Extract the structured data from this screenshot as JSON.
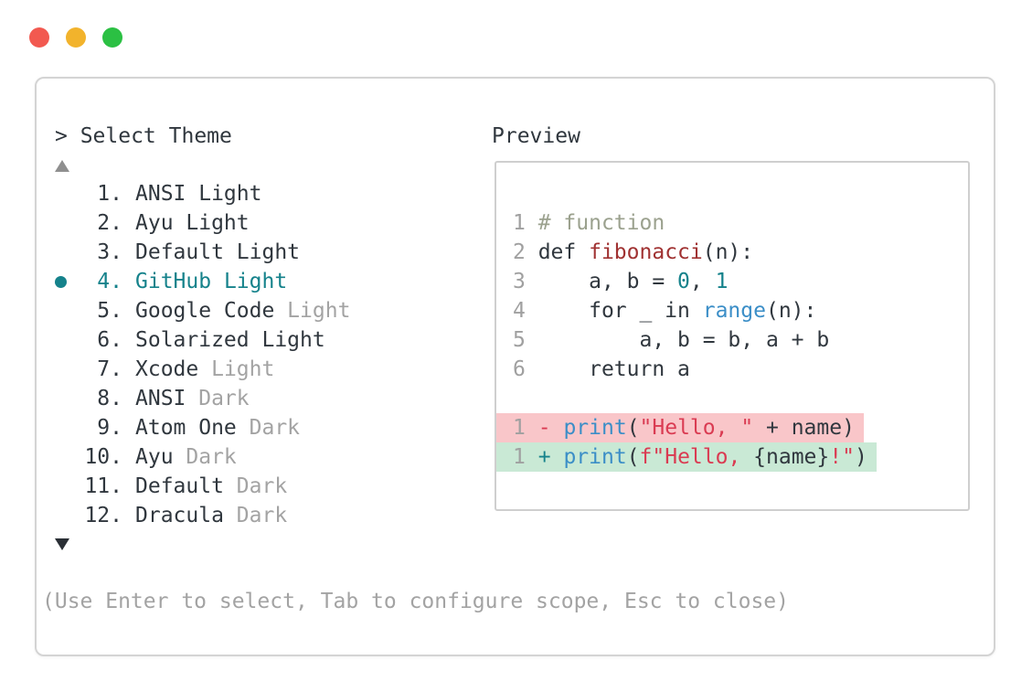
{
  "window": {
    "controls": [
      {
        "name": "close",
        "color": "#f25950"
      },
      {
        "name": "minimize",
        "color": "#f2b32c"
      },
      {
        "name": "zoom",
        "color": "#2bc043"
      }
    ]
  },
  "dialog": {
    "title": "> Select Theme",
    "hint": "(Use Enter to select, Tab to configure scope, Esc to close)"
  },
  "themes": [
    {
      "num": "1.",
      "name": "ANSI",
      "suffix": "Light",
      "muted_suffix": false,
      "selected": false
    },
    {
      "num": "2.",
      "name": "Ayu",
      "suffix": "Light",
      "muted_suffix": false,
      "selected": false
    },
    {
      "num": "3.",
      "name": "Default",
      "suffix": "Light",
      "muted_suffix": false,
      "selected": false
    },
    {
      "num": "4.",
      "name": "GitHub",
      "suffix": "Light",
      "muted_suffix": false,
      "selected": true
    },
    {
      "num": "5.",
      "name": "Google Code",
      "suffix": "Light",
      "muted_suffix": true,
      "selected": false
    },
    {
      "num": "6.",
      "name": "Solarized",
      "suffix": "Light",
      "muted_suffix": false,
      "selected": false
    },
    {
      "num": "7.",
      "name": "Xcode",
      "suffix": "Light",
      "muted_suffix": true,
      "selected": false
    },
    {
      "num": "8.",
      "name": "ANSI",
      "suffix": "Dark",
      "muted_suffix": true,
      "selected": false
    },
    {
      "num": "9.",
      "name": "Atom One",
      "suffix": "Dark",
      "muted_suffix": true,
      "selected": false
    },
    {
      "num": "10.",
      "name": "Ayu",
      "suffix": "Dark",
      "muted_suffix": true,
      "selected": false
    },
    {
      "num": "11.",
      "name": "Default",
      "suffix": "Dark",
      "muted_suffix": true,
      "selected": false
    },
    {
      "num": "12.",
      "name": "Dracula",
      "suffix": "Dark",
      "muted_suffix": true,
      "selected": false
    }
  ],
  "preview": {
    "label": "Preview",
    "code_lines": [
      {
        "bg": null,
        "tokens": [
          [
            "ln",
            "1"
          ],
          [
            "p",
            " "
          ],
          [
            "cm",
            "# function"
          ]
        ]
      },
      {
        "bg": null,
        "tokens": [
          [
            "ln",
            "2"
          ],
          [
            "p",
            " def "
          ],
          [
            "fn",
            "fibonacci"
          ],
          [
            "p",
            "(n):"
          ]
        ]
      },
      {
        "bg": null,
        "tokens": [
          [
            "ln",
            "3"
          ],
          [
            "p",
            "     a, b = "
          ],
          [
            "tl",
            "0"
          ],
          [
            "p",
            ", "
          ],
          [
            "tl",
            "1"
          ]
        ]
      },
      {
        "bg": null,
        "tokens": [
          [
            "ln",
            "4"
          ],
          [
            "p",
            "     for _ in "
          ],
          [
            "bl",
            "range"
          ],
          [
            "p",
            "(n):"
          ]
        ]
      },
      {
        "bg": null,
        "tokens": [
          [
            "ln",
            "5"
          ],
          [
            "p",
            "         a, b = b, a + b"
          ]
        ]
      },
      {
        "bg": null,
        "tokens": [
          [
            "ln",
            "6"
          ],
          [
            "p",
            "     return a"
          ]
        ]
      },
      {
        "bg": null,
        "tokens": []
      },
      {
        "bg": "del",
        "tokens": [
          [
            "ln",
            "1"
          ],
          [
            "p",
            " "
          ],
          [
            "st",
            "-"
          ],
          [
            "p",
            " "
          ],
          [
            "bl",
            "print"
          ],
          [
            "p",
            "("
          ],
          [
            "st",
            "\"Hello, \""
          ],
          [
            "p",
            " + name)"
          ]
        ]
      },
      {
        "bg": "ins",
        "tokens": [
          [
            "ln",
            "1"
          ],
          [
            "p",
            " "
          ],
          [
            "tl",
            "+"
          ],
          [
            "p",
            " "
          ],
          [
            "bl",
            "print"
          ],
          [
            "p",
            "("
          ],
          [
            "st",
            "f\"Hello, "
          ],
          [
            "p",
            "{name}"
          ],
          [
            "st",
            "!\""
          ],
          [
            "p",
            ")"
          ]
        ]
      }
    ]
  },
  "colors": {
    "dark": "#30373e",
    "muted": "#a3a3a3",
    "teal": "#15828b",
    "blue": "#3b8ec7",
    "str": "#da3b52",
    "func": "#a03232",
    "comment": "#9ba18e",
    "lnum": "#a0a0a0",
    "delbg": "#f9c6c9",
    "insbg": "#c9e9d5",
    "panel-border": "#d4d4d4",
    "preview-border": "#cfcfcf",
    "arrow-up": "#8f8f8f",
    "arrow-down": "#2a2f35"
  }
}
